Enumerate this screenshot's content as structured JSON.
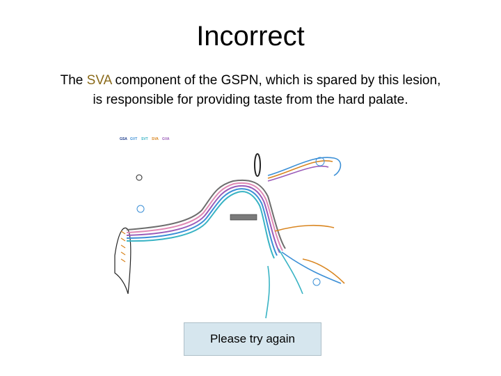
{
  "slide": {
    "title": "Incorrect",
    "line1_prefix": "The ",
    "line1_highlight": "SVA",
    "line1_suffix": " component of the GSPN, which is spared by this lesion,",
    "line2": "is responsible for providing taste from the hard palate."
  },
  "diagram": {
    "legend": {
      "gsa": "GSA",
      "gvt": "GVT",
      "svt": "SVT",
      "sva": "SVA",
      "gva": "GVA"
    }
  },
  "retry": {
    "label": "Please try again"
  },
  "colors": {
    "sva_text": "#8a6a1a",
    "nerve_blue": "#3b8fd6",
    "nerve_cyan": "#38b3c4",
    "nerve_orange": "#d9851f",
    "nerve_pink": "#e08ab5",
    "nerve_purple": "#9a5bb8",
    "nerve_gray": "#6d6d6d",
    "button_bg": "#d6e6ee"
  }
}
